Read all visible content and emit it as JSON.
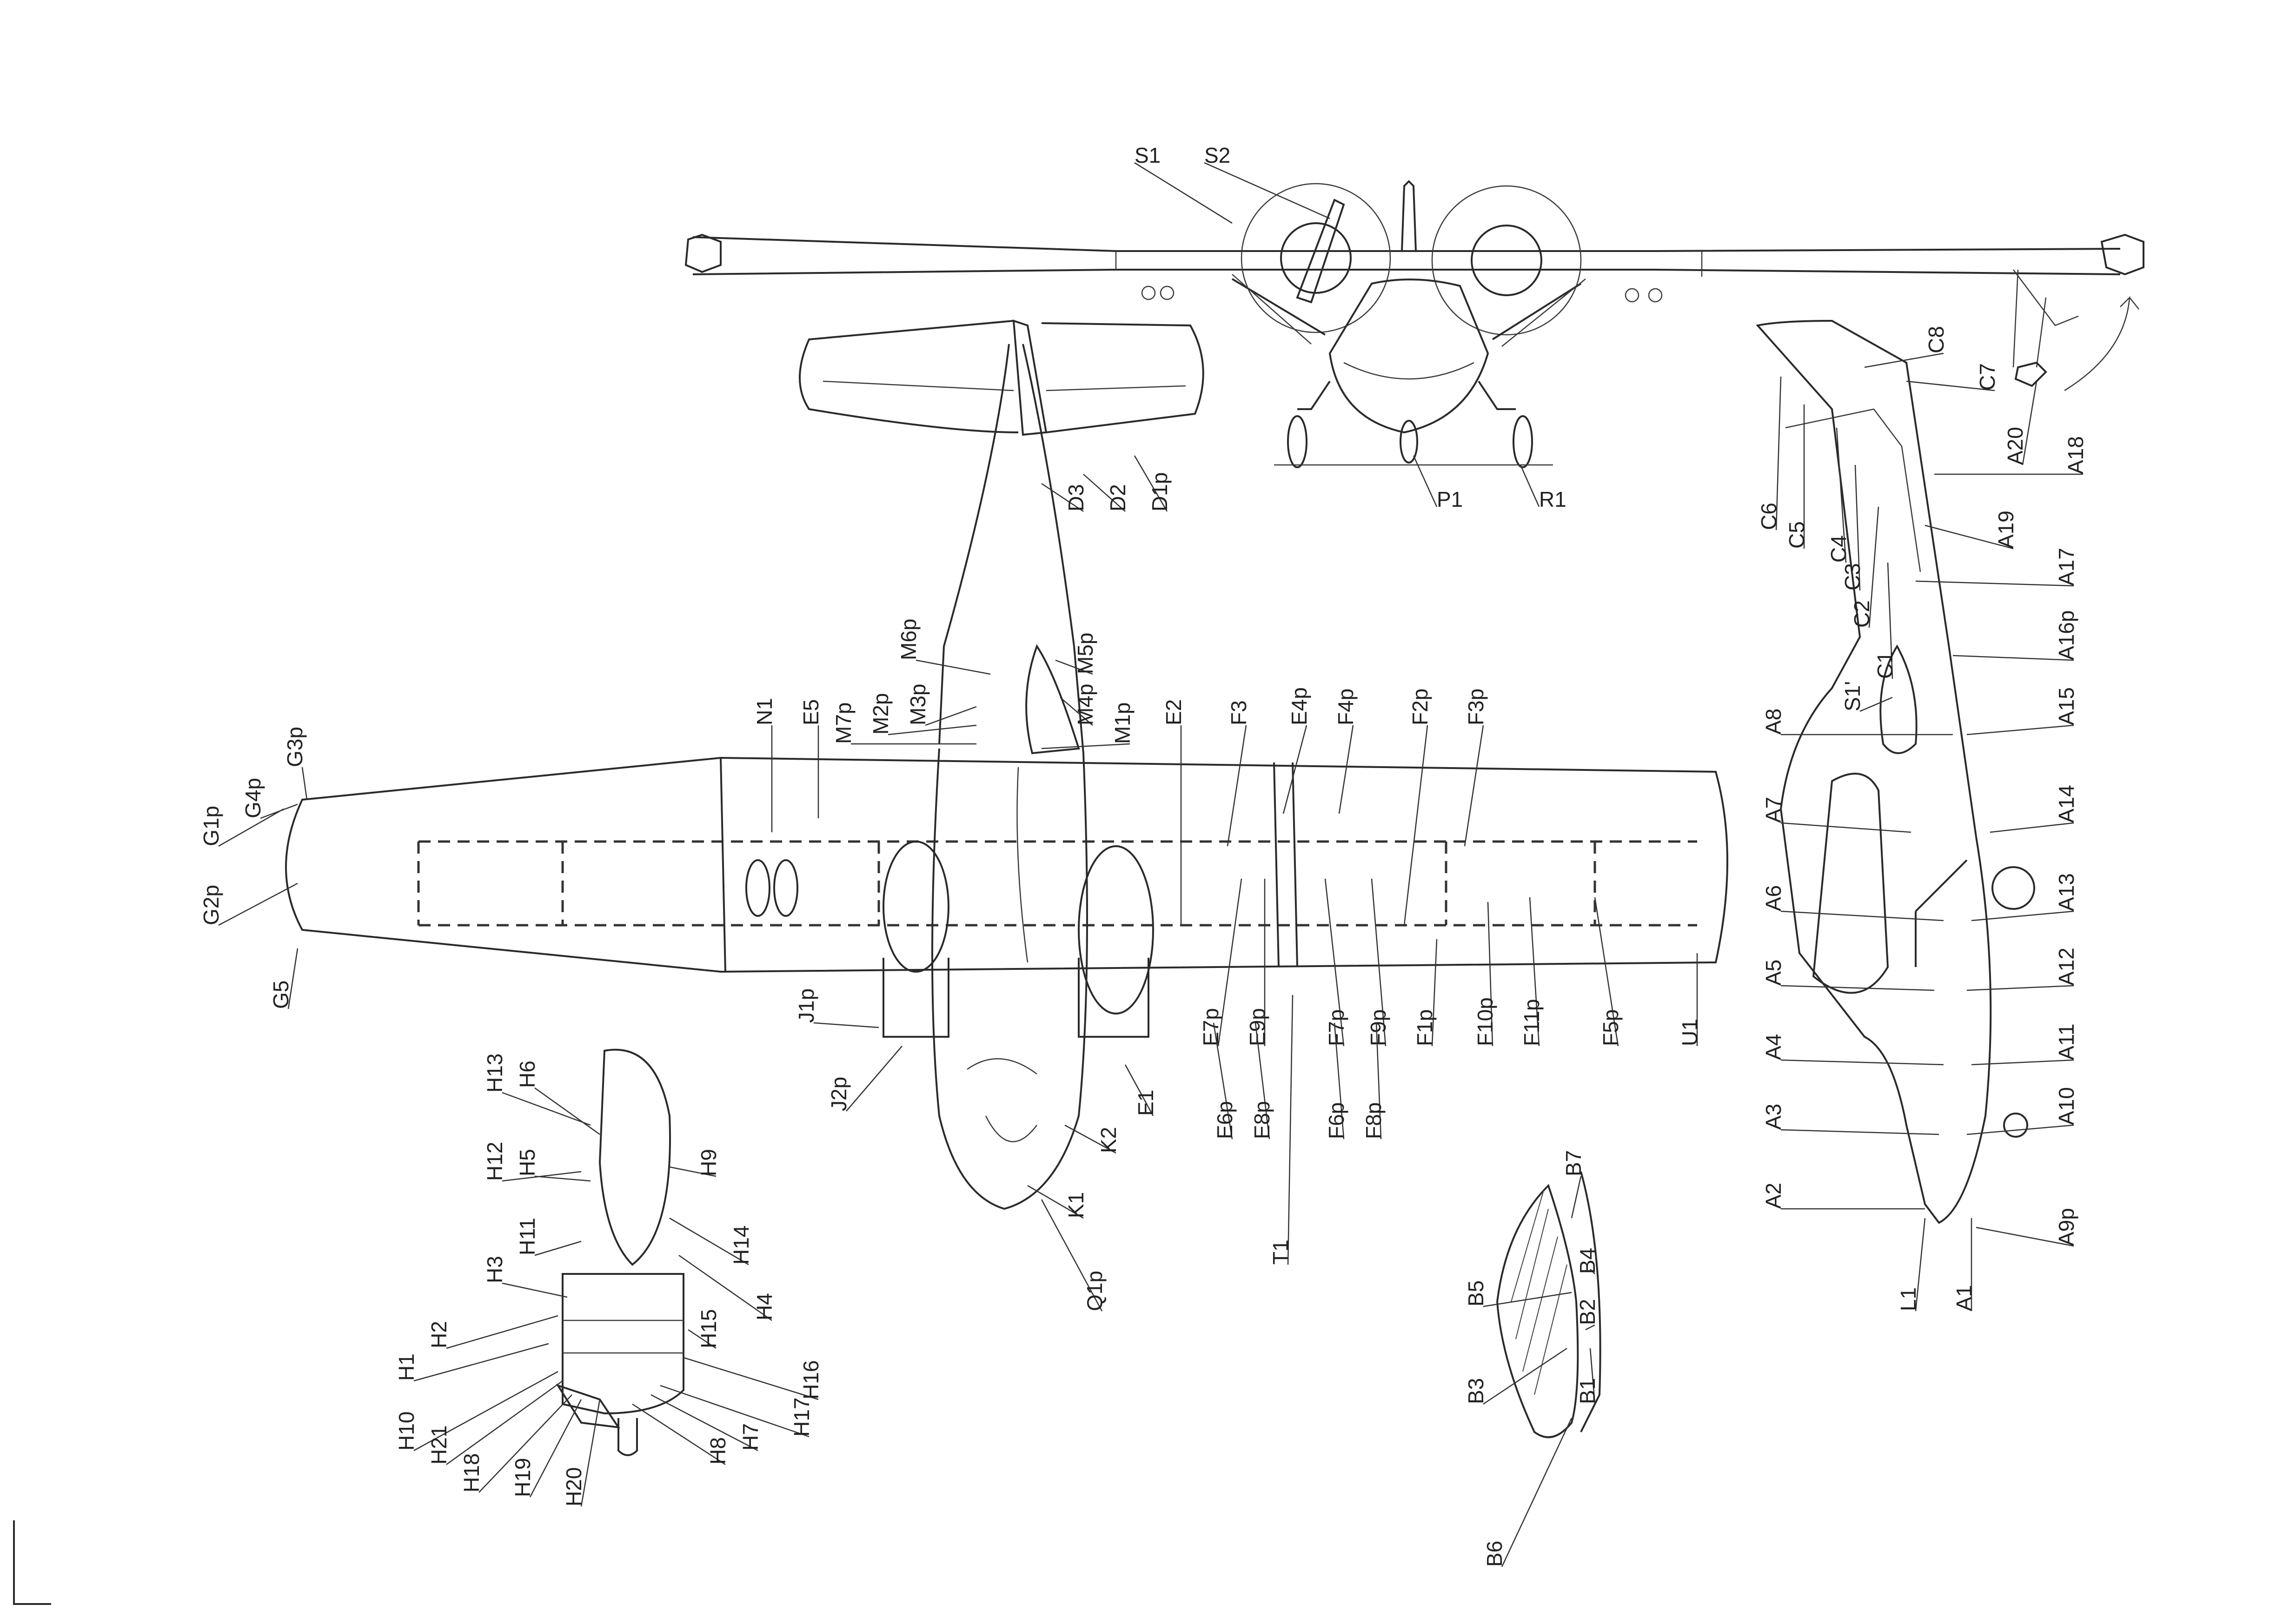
{
  "top_view": {
    "labels": [
      "S1",
      "S2",
      "D3",
      "D2",
      "D1p",
      "M6p",
      "M5p",
      "M4p",
      "M3p",
      "M2p",
      "M7p",
      "M1p",
      "N1",
      "E5",
      "E2",
      "F3",
      "E4p",
      "F4p",
      "F2p",
      "F3p",
      "E7p",
      "E9p",
      "F7p",
      "F9p",
      "F1p",
      "F10p",
      "F11p",
      "F5p",
      "U1",
      "J1p",
      "J2p",
      "E1",
      "K2",
      "K1",
      "Q1p",
      "E6p",
      "E8p",
      "F6p",
      "F8p",
      "T1",
      "G1p",
      "G4p",
      "G3p",
      "G2p",
      "G5",
      "P1",
      "R1"
    ]
  },
  "side_view": {
    "labels": [
      "C8",
      "C7",
      "A20",
      "A18",
      "C6",
      "C5",
      "C4",
      "C3",
      "C2",
      "C1",
      "A19",
      "A17",
      "A16p",
      "S1'",
      "A8",
      "A15",
      "A7",
      "A14",
      "A6",
      "A13",
      "A5",
      "A12",
      "A4",
      "A11",
      "A10",
      "A3",
      "A2",
      "A9p",
      "L1",
      "A1"
    ]
  },
  "nacelle_detail": {
    "labels": [
      "H13",
      "H6",
      "H12",
      "H5",
      "H9",
      "H11",
      "H14",
      "H3",
      "H4",
      "H2",
      "H15",
      "H1",
      "H16",
      "H10",
      "H17",
      "H21",
      "H7",
      "H18",
      "H8",
      "H19",
      "H20"
    ]
  },
  "section_detail": {
    "labels": [
      "B7",
      "B5",
      "B4",
      "B2",
      "B3",
      "B1",
      "B6"
    ]
  }
}
